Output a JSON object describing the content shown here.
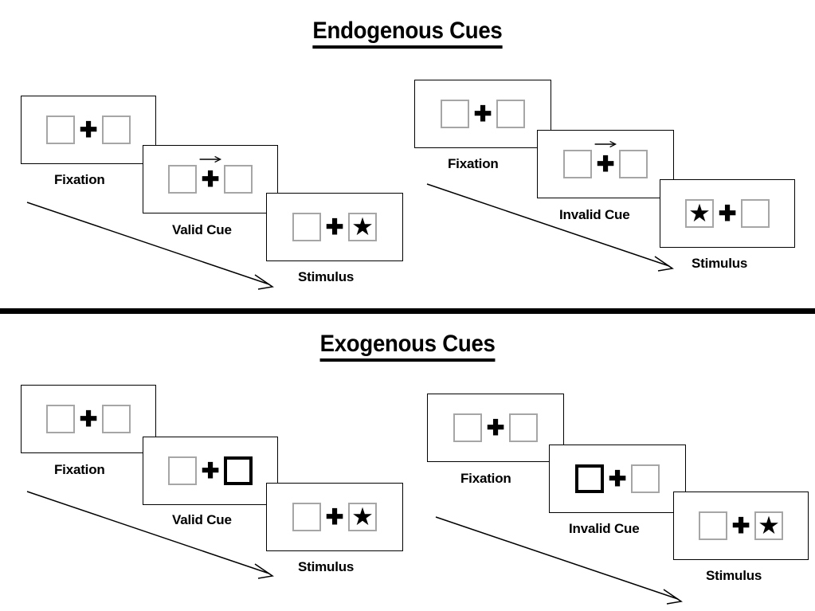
{
  "figure": {
    "background_color": "#ffffff",
    "line_color": "#000000",
    "box_border_color": "#a6a6a6",
    "cued_box_color": "#000000",
    "star_glyph": "★",
    "plus_glyph": "✚"
  },
  "sections": [
    {
      "id": "endogenous",
      "title": "Endogenous Cues",
      "columns": [
        {
          "id": "endogenous-valid",
          "panels": [
            {
              "id": "endo-valid-fixation",
              "caption": "Fixation",
              "left_box": {
                "cued": false,
                "stimulus": ""
              },
              "right_box": {
                "cued": false,
                "stimulus": ""
              },
              "arrow_cue": ""
            },
            {
              "id": "endo-valid-cue",
              "caption": "Valid Cue",
              "left_box": {
                "cued": false,
                "stimulus": ""
              },
              "right_box": {
                "cued": false,
                "stimulus": ""
              },
              "arrow_cue": "right"
            },
            {
              "id": "endo-valid-stimulus",
              "caption": "Stimulus",
              "left_box": {
                "cued": false,
                "stimulus": ""
              },
              "right_box": {
                "cued": false,
                "stimulus": "★"
              },
              "arrow_cue": ""
            }
          ]
        },
        {
          "id": "endogenous-invalid",
          "panels": [
            {
              "id": "endo-invalid-fixation",
              "caption": "Fixation",
              "left_box": {
                "cued": false,
                "stimulus": ""
              },
              "right_box": {
                "cued": false,
                "stimulus": ""
              },
              "arrow_cue": ""
            },
            {
              "id": "endo-invalid-cue",
              "caption": "Invalid Cue",
              "left_box": {
                "cued": false,
                "stimulus": ""
              },
              "right_box": {
                "cued": false,
                "stimulus": ""
              },
              "arrow_cue": "right"
            },
            {
              "id": "endo-invalid-stimulus",
              "caption": "Stimulus",
              "left_box": {
                "cued": false,
                "stimulus": "★"
              },
              "right_box": {
                "cued": false,
                "stimulus": ""
              },
              "arrow_cue": ""
            }
          ]
        }
      ]
    },
    {
      "id": "exogenous",
      "title": "Exogenous Cues",
      "columns": [
        {
          "id": "exogenous-valid",
          "panels": [
            {
              "id": "exo-valid-fixation",
              "caption": "Fixation",
              "left_box": {
                "cued": false,
                "stimulus": ""
              },
              "right_box": {
                "cued": false,
                "stimulus": ""
              },
              "arrow_cue": ""
            },
            {
              "id": "exo-valid-cue",
              "caption": "Valid Cue",
              "left_box": {
                "cued": false,
                "stimulus": ""
              },
              "right_box": {
                "cued": true,
                "stimulus": ""
              },
              "arrow_cue": ""
            },
            {
              "id": "exo-valid-stimulus",
              "caption": "Stimulus",
              "left_box": {
                "cued": false,
                "stimulus": ""
              },
              "right_box": {
                "cued": false,
                "stimulus": "★"
              },
              "arrow_cue": ""
            }
          ]
        },
        {
          "id": "exogenous-invalid",
          "panels": [
            {
              "id": "exo-invalid-fixation",
              "caption": "Fixation",
              "left_box": {
                "cued": false,
                "stimulus": ""
              },
              "right_box": {
                "cued": false,
                "stimulus": ""
              },
              "arrow_cue": ""
            },
            {
              "id": "exo-invalid-cue",
              "caption": "Invalid Cue",
              "left_box": {
                "cued": true,
                "stimulus": ""
              },
              "right_box": {
                "cued": false,
                "stimulus": ""
              },
              "arrow_cue": ""
            },
            {
              "id": "exo-invalid-stimulus",
              "caption": "Stimulus",
              "left_box": {
                "cued": false,
                "stimulus": ""
              },
              "right_box": {
                "cued": false,
                "stimulus": "★"
              },
              "arrow_cue": ""
            }
          ]
        }
      ]
    }
  ]
}
